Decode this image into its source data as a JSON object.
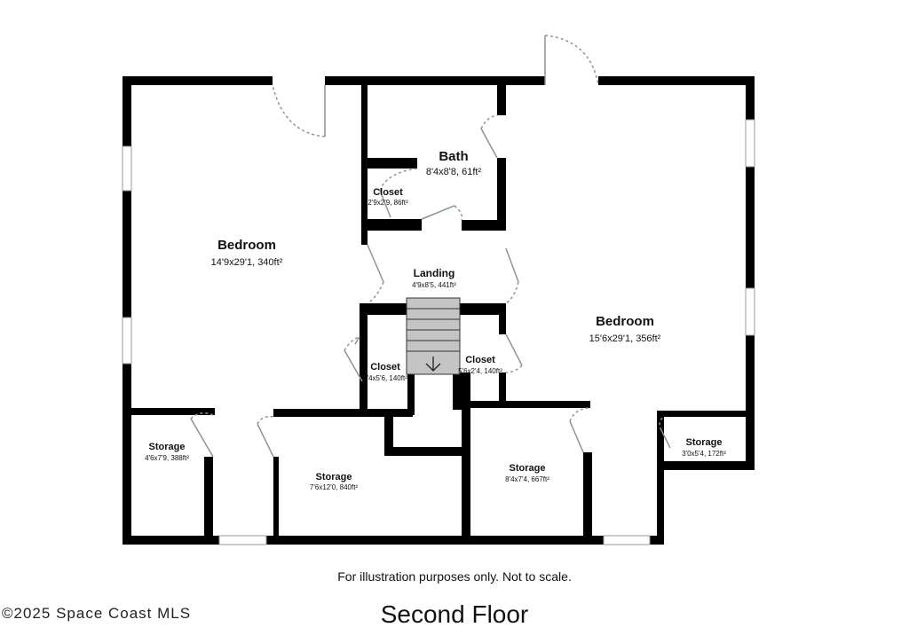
{
  "rooms": {
    "bedroom_left": {
      "name": "Bedroom",
      "dims": "14'9x29'1, 340ft²"
    },
    "bath": {
      "name": "Bath",
      "dims": "8'4x8'8, 61ft²"
    },
    "closet_upper": {
      "name": "Closet",
      "dims": "2'9x2'9, 86ft²"
    },
    "landing": {
      "name": "Landing",
      "dims": "4'9x8'5, 441ft²"
    },
    "closet_left": {
      "name": "Closet",
      "dims": "2'4x5'6, 140ft²"
    },
    "closet_right": {
      "name": "Closet",
      "dims": "5'6x2'4, 140ft²"
    },
    "bedroom_right": {
      "name": "Bedroom",
      "dims": "15'6x29'1, 356ft²"
    },
    "storage_1": {
      "name": "Storage",
      "dims": "4'6x7'9, 388ft²"
    },
    "storage_2": {
      "name": "Storage",
      "dims": "7'6x12'0, 840ft²"
    },
    "storage_3": {
      "name": "Storage",
      "dims": "8'4x7'4, 667ft²"
    },
    "storage_4": {
      "name": "Storage",
      "dims": "3'0x5'4, 172ft²"
    }
  },
  "note": "For illustration purposes only. Not to scale.",
  "floor_title": "Second Floor",
  "copyright": "©2025 Space Coast MLS",
  "stair_icon": "arrow-down-icon"
}
